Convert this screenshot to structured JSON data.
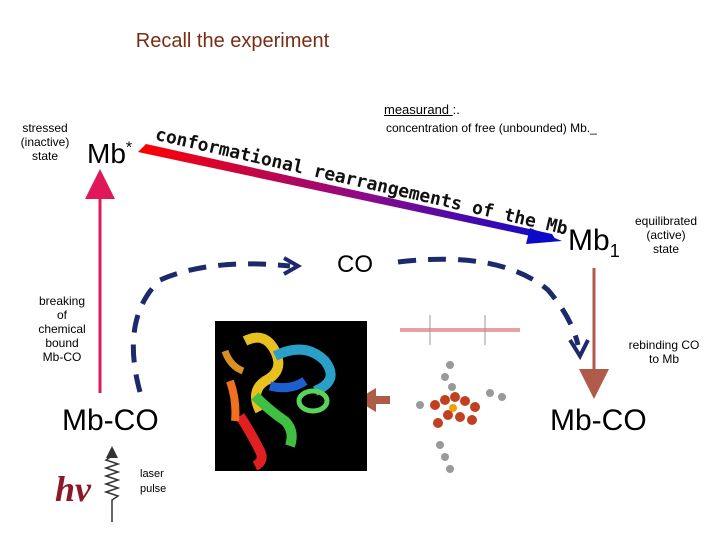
{
  "title": "Recall the experiment",
  "stressed_state": [
    "stressed",
    "(inactive)",
    "state"
  ],
  "mb_star": {
    "base": "Mb",
    "sup": "*"
  },
  "measurand": {
    "label": "measurand ",
    "suffix": ":."
  },
  "concentration": "concentration of free (unbounded) Mb._",
  "conformational": "conformational rearrangements of the Mb",
  "mb1": {
    "base": "Mb",
    "sub": "1"
  },
  "equilibrated_state": [
    "equilibrated",
    "(active)",
    "state"
  ],
  "co": "CO",
  "breaking": [
    "breaking",
    "of",
    "chemical",
    "bound",
    "Mb-CO"
  ],
  "rebinding": [
    "rebinding CO",
    "to Mb"
  ],
  "mbco_left": "Mb-CO",
  "mbco_right": "Mb-CO",
  "h_nu": "hν",
  "laser_pulse": [
    "laser",
    "pulse"
  ],
  "colors": {
    "title": "#7a2d14",
    "pink_arrow": "#e0185a",
    "brown_arrow": "#b05a4a",
    "dashed_arrow": "#1c2a6b",
    "gradient_start": "#ff0000",
    "gradient_end": "#0000cc"
  }
}
